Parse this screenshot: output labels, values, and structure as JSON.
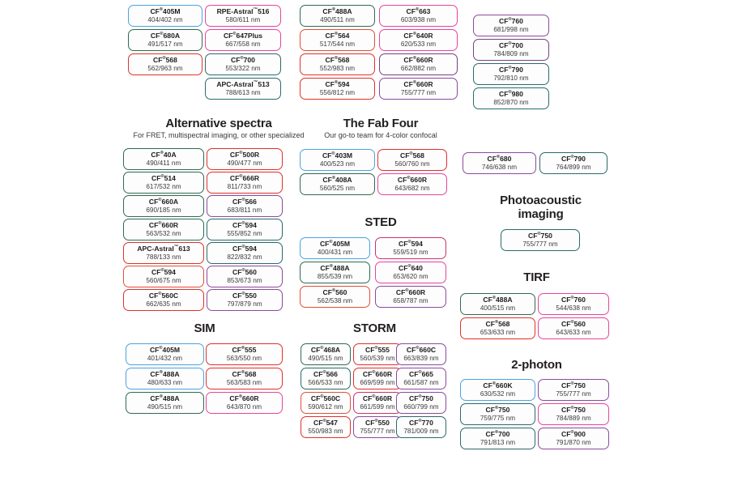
{
  "palette": {
    "blue": "#4da3dd",
    "green": "#2f6b51",
    "red": "#e0312a",
    "pink": "#e8449a",
    "magenta": "#d6358e",
    "purple": "#8b4a9c",
    "teal": "#2b6a6a",
    "darkpink": "#c9336f",
    "orange": "#e0503a",
    "plum": "#77417f"
  },
  "sections": [
    {
      "id": "top-unlabeled",
      "title": "",
      "subtitle": "",
      "columns": [
        {
          "id": "col-1",
          "chips": [
            {
              "name": "CF",
              "reg": "®",
              "code": "405M",
              "spec": "404/402 nm",
              "color": "#4da3dd"
            },
            {
              "name": "CF",
              "reg": "®",
              "code": "680A",
              "spec": "491/517 nm",
              "color": "#2f6b51"
            },
            {
              "name": "CF",
              "reg": "®",
              "code": "568",
              "spec": "562/963 nm",
              "color": "#e0312a"
            }
          ]
        },
        {
          "id": "col-2",
          "chips": [
            {
              "name": "RPE-Astral",
              "reg": "™",
              "code": "516",
              "spec": "580/611 nm",
              "color": "#e8449a"
            },
            {
              "name": "CF",
              "reg": "®",
              "code": "647Plus",
              "spec": "667/558 nm",
              "color": "#e8449a"
            },
            {
              "name": "CF",
              "reg": "®",
              "code": "700",
              "spec": "553/322 nm",
              "color": "#2b6a6a"
            },
            {
              "name": "APC-Astral",
              "reg": "™",
              "code": "513",
              "spec": "788/613 nm",
              "color": "#2b6a6a"
            }
          ]
        },
        {
          "id": "col-3",
          "chips": [
            {
              "name": "CF",
              "reg": "®",
              "code": "488A",
              "spec": "490/511 nm",
              "color": "#2f6b51"
            },
            {
              "name": "CF",
              "reg": "®",
              "code": "564",
              "spec": "517/544 nm",
              "color": "#e0503a"
            },
            {
              "name": "CF",
              "reg": "®",
              "code": "568",
              "spec": "552/983 nm",
              "color": "#e0312a"
            },
            {
              "name": "CF",
              "reg": "®",
              "code": "594",
              "spec": "556/812 nm",
              "color": "#e0312a"
            }
          ]
        },
        {
          "id": "col-4",
          "chips": [
            {
              "name": "CF",
              "reg": "®",
              "code": "663",
              "spec": "603/938 nm",
              "color": "#e8449a"
            },
            {
              "name": "CF",
              "reg": "®",
              "code": "640R",
              "spec": "620/533 nm",
              "color": "#e8449a"
            },
            {
              "name": "CF",
              "reg": "®",
              "code": "660R",
              "spec": "662/882 nm",
              "color": "#77417f"
            },
            {
              "name": "CF",
              "reg": "®",
              "code": "660R",
              "spec": "755/777 nm",
              "color": "#8b4a9c"
            }
          ]
        },
        {
          "id": "col-5",
          "chips": [
            {
              "name": "CF",
              "reg": "®",
              "code": "760",
              "spec": "681/998 nm",
              "color": "#8b4a9c"
            },
            {
              "name": "CF",
              "reg": "®",
              "code": "700",
              "spec": "784/809 nm",
              "color": "#77417f"
            },
            {
              "name": "CF",
              "reg": "®",
              "code": "790",
              "spec": "792/810 nm",
              "color": "#2b6a6a"
            },
            {
              "name": "CF",
              "reg": "®",
              "code": "980",
              "spec": "852/870 nm",
              "color": "#2b6a6a"
            }
          ]
        }
      ]
    },
    {
      "id": "alternative-spectra",
      "title": "Alternative spectra",
      "subtitle": "For FRET, multispectral imaging, or other specialized",
      "columns": [
        {
          "id": "alt-col-1",
          "chips": [
            {
              "name": "CF",
              "reg": "®",
              "code": "40A",
              "spec": "490/411 nm",
              "color": "#2f6b51"
            },
            {
              "name": "CF",
              "reg": "®",
              "code": "514",
              "spec": "617/532 nm",
              "color": "#2f6b51"
            },
            {
              "name": "CF",
              "reg": "®",
              "code": "660A",
              "spec": "690/185 nm",
              "color": "#2f6b51"
            },
            {
              "name": "CF",
              "reg": "®",
              "code": "660R",
              "spec": "563/532 nm",
              "color": "#2f6b51"
            },
            {
              "name": "APC-Astral",
              "reg": "™",
              "code": "613",
              "spec": "788/133 nm",
              "color": "#e0312a"
            },
            {
              "name": "CF",
              "reg": "®",
              "code": "594",
              "spec": "560/675 nm",
              "color": "#e0503a"
            },
            {
              "name": "CF",
              "reg": "®",
              "code": "560C",
              "spec": "662/635 nm",
              "color": "#e0312a"
            }
          ]
        },
        {
          "id": "alt-col-2",
          "chips": [
            {
              "name": "CF",
              "reg": "®",
              "code": "500R",
              "spec": "490/477 nm",
              "color": "#e0312a"
            },
            {
              "name": "CF",
              "reg": "®",
              "code": "666R",
              "spec": "811/733 nm",
              "color": "#e0312a"
            },
            {
              "name": "CF",
              "reg": "®",
              "code": "566",
              "spec": "683/811 nm",
              "color": "#8b4a9c"
            },
            {
              "name": "CF",
              "reg": "®",
              "code": "594",
              "spec": "555/852 nm",
              "color": "#2b6a6a"
            },
            {
              "name": "CF",
              "reg": "®",
              "code": "594",
              "spec": "822/832 nm",
              "color": "#2b6a6a"
            },
            {
              "name": "CF",
              "reg": "®",
              "code": "560",
              "spec": "853/673 nm",
              "color": "#8b4a9c"
            },
            {
              "name": "CF",
              "reg": "®",
              "code": "550",
              "spec": "797/879 nm",
              "color": "#8b4a9c"
            }
          ]
        }
      ]
    },
    {
      "id": "fab-four",
      "title": "The Fab Four",
      "subtitle": "Our go-to team for 4-color confocal",
      "columns": [
        {
          "id": "fab-col-1",
          "chips": [
            {
              "name": "CF",
              "reg": "®",
              "code": "403M",
              "spec": "400/523 nm",
              "color": "#4da3dd"
            },
            {
              "name": "CF",
              "reg": "®",
              "code": "408A",
              "spec": "560/525 nm",
              "color": "#2f6b51"
            }
          ]
        },
        {
          "id": "fab-col-2",
          "chips": [
            {
              "name": "CF",
              "reg": "®",
              "code": "568",
              "spec": "560/760 nm",
              "color": "#e0312a"
            },
            {
              "name": "CF",
              "reg": "®",
              "code": "660R",
              "spec": "643/682 nm",
              "color": "#e8449a"
            }
          ]
        }
      ]
    },
    {
      "id": "sted",
      "title": "STED",
      "subtitle": "",
      "columns": [
        {
          "id": "sted-col-1",
          "chips": [
            {
              "name": "CF",
              "reg": "®",
              "code": "405M",
              "spec": "400/431 nm",
              "color": "#4da3dd"
            },
            {
              "name": "CF",
              "reg": "®",
              "code": "488A",
              "spec": "855/539 nm",
              "color": "#2f6b51"
            },
            {
              "name": "CF",
              "reg": "®",
              "code": "560",
              "spec": "562/538 nm",
              "color": "#e0503a"
            }
          ]
        },
        {
          "id": "sted-col-2",
          "chips": [
            {
              "name": "CF",
              "reg": "®",
              "code": "594",
              "spec": "559/519 nm",
              "color": "#c9336f"
            },
            {
              "name": "CF",
              "reg": "®",
              "code": "640",
              "spec": "653/620 nm",
              "color": "#e8449a"
            },
            {
              "name": "CF",
              "reg": "®",
              "code": "660R",
              "spec": "658/787 nm",
              "color": "#8b4a9c"
            }
          ]
        }
      ]
    },
    {
      "id": "nir-pair",
      "title": "",
      "subtitle": "",
      "columns": [
        {
          "id": "nir-col-1",
          "chips": [
            {
              "name": "CF",
              "reg": "®",
              "code": "680",
              "spec": "746/638 nm",
              "color": "#8b4a9c"
            }
          ]
        },
        {
          "id": "nir-col-2",
          "chips": [
            {
              "name": "CF",
              "reg": "®",
              "code": "790",
              "spec": "764/899 nm",
              "color": "#2b6a6a"
            }
          ]
        }
      ]
    },
    {
      "id": "photoacoustic",
      "title": "Photoacoustic imaging",
      "subtitle": "",
      "columns": [
        {
          "id": "pa-col-1",
          "chips": [
            {
              "name": "CF",
              "reg": "®",
              "code": "750",
              "spec": "755/777 nm",
              "color": "#2b6a6a"
            }
          ]
        }
      ]
    },
    {
      "id": "tirf",
      "title": "TIRF",
      "subtitle": "",
      "columns": [
        {
          "id": "tirf-col-1",
          "chips": [
            {
              "name": "CF",
              "reg": "®",
              "code": "488A",
              "spec": "400/515 nm",
              "color": "#2f6b51"
            },
            {
              "name": "CF",
              "reg": "®",
              "code": "568",
              "spec": "653/633 nm",
              "color": "#e0312a"
            }
          ]
        },
        {
          "id": "tirf-col-2",
          "chips": [
            {
              "name": "CF",
              "reg": "®",
              "code": "760",
              "spec": "544/638 nm",
              "color": "#e8449a"
            },
            {
              "name": "CF",
              "reg": "®",
              "code": "560",
              "spec": "643/633 nm",
              "color": "#e8449a"
            }
          ]
        }
      ]
    },
    {
      "id": "two-photon",
      "title": "2-photon",
      "subtitle": "",
      "columns": [
        {
          "id": "tp-col-1",
          "chips": [
            {
              "name": "CF",
              "reg": "®",
              "code": "660K",
              "spec": "630/532 nm",
              "color": "#4da3dd"
            },
            {
              "name": "CF",
              "reg": "®",
              "code": "750",
              "spec": "759/775 nm",
              "color": "#2b6a6a"
            },
            {
              "name": "CF",
              "reg": "®",
              "code": "700",
              "spec": "791/813 nm",
              "color": "#2b6a6a"
            }
          ]
        },
        {
          "id": "tp-col-2",
          "chips": [
            {
              "name": "CF",
              "reg": "®",
              "code": "750",
              "spec": "755/777 nm",
              "color": "#8b4a9c"
            },
            {
              "name": "CF",
              "reg": "®",
              "code": "750",
              "spec": "784/889 nm",
              "color": "#e8449a"
            },
            {
              "name": "CF",
              "reg": "®",
              "code": "900",
              "spec": "791/870 nm",
              "color": "#8b4a9c"
            }
          ]
        }
      ]
    },
    {
      "id": "sim",
      "title": "SIM",
      "subtitle": "",
      "columns": [
        {
          "id": "sim-col-1",
          "chips": [
            {
              "name": "CF",
              "reg": "®",
              "code": "405M",
              "spec": "401/432 nm",
              "color": "#4da3dd"
            },
            {
              "name": "CF",
              "reg": "®",
              "code": "488A",
              "spec": "480/633 nm",
              "color": "#4da3dd"
            },
            {
              "name": "CF",
              "reg": "®",
              "code": "488A",
              "spec": "490/515 nm",
              "color": "#2f6b51"
            }
          ]
        },
        {
          "id": "sim-col-2",
          "chips": [
            {
              "name": "CF",
              "reg": "®",
              "code": "555",
              "spec": "563/550 nm",
              "color": "#e0312a"
            },
            {
              "name": "CF",
              "reg": "®",
              "code": "568",
              "spec": "563/583 nm",
              "color": "#e0312a"
            },
            {
              "name": "CF",
              "reg": "®",
              "code": "660R",
              "spec": "643/870 nm",
              "color": "#e8449a"
            }
          ]
        }
      ]
    },
    {
      "id": "storm",
      "title": "STORM",
      "subtitle": "",
      "columns": [
        {
          "id": "storm-col-1",
          "chips": [
            {
              "name": "CF",
              "reg": "®",
              "code": "468A",
              "spec": "490/515 nm",
              "color": "#2f6b51"
            },
            {
              "name": "CF",
              "reg": "®",
              "code": "566",
              "spec": "566/533 nm",
              "color": "#2b6a6a"
            },
            {
              "name": "CF",
              "reg": "®",
              "code": "560C",
              "spec": "590/612 nm",
              "color": "#e0503a"
            },
            {
              "name": "CF",
              "reg": "®",
              "code": "547",
              "spec": "550/983 nm",
              "color": "#e0312a"
            }
          ]
        },
        {
          "id": "storm-col-2",
          "chips": [
            {
              "name": "CF",
              "reg": "®",
              "code": "555",
              "spec": "560/539 nm",
              "color": "#e0312a"
            },
            {
              "name": "CF",
              "reg": "®",
              "code": "660R",
              "spec": "669/599 nm",
              "color": "#e0312a"
            },
            {
              "name": "CF",
              "reg": "®",
              "code": "660R",
              "spec": "661/599 nm",
              "color": "#c9336f"
            },
            {
              "name": "CF",
              "reg": "®",
              "code": "550",
              "spec": "755/777 nm",
              "color": "#8b4a9c"
            }
          ]
        },
        {
          "id": "storm-col-3",
          "chips": [
            {
              "name": "CF",
              "reg": "®",
              "code": "660C",
              "spec": "663/839 nm",
              "color": "#8b4a9c"
            },
            {
              "name": "CF",
              "reg": "®",
              "code": "665",
              "spec": "661/587 nm",
              "color": "#8b4a9c"
            },
            {
              "name": "CF",
              "reg": "®",
              "code": "750",
              "spec": "660/799 nm",
              "color": "#8b4a9c"
            },
            {
              "name": "CF",
              "reg": "®",
              "code": "770",
              "spec": "781/009 nm",
              "color": "#2b6a6a"
            }
          ]
        }
      ]
    }
  ]
}
